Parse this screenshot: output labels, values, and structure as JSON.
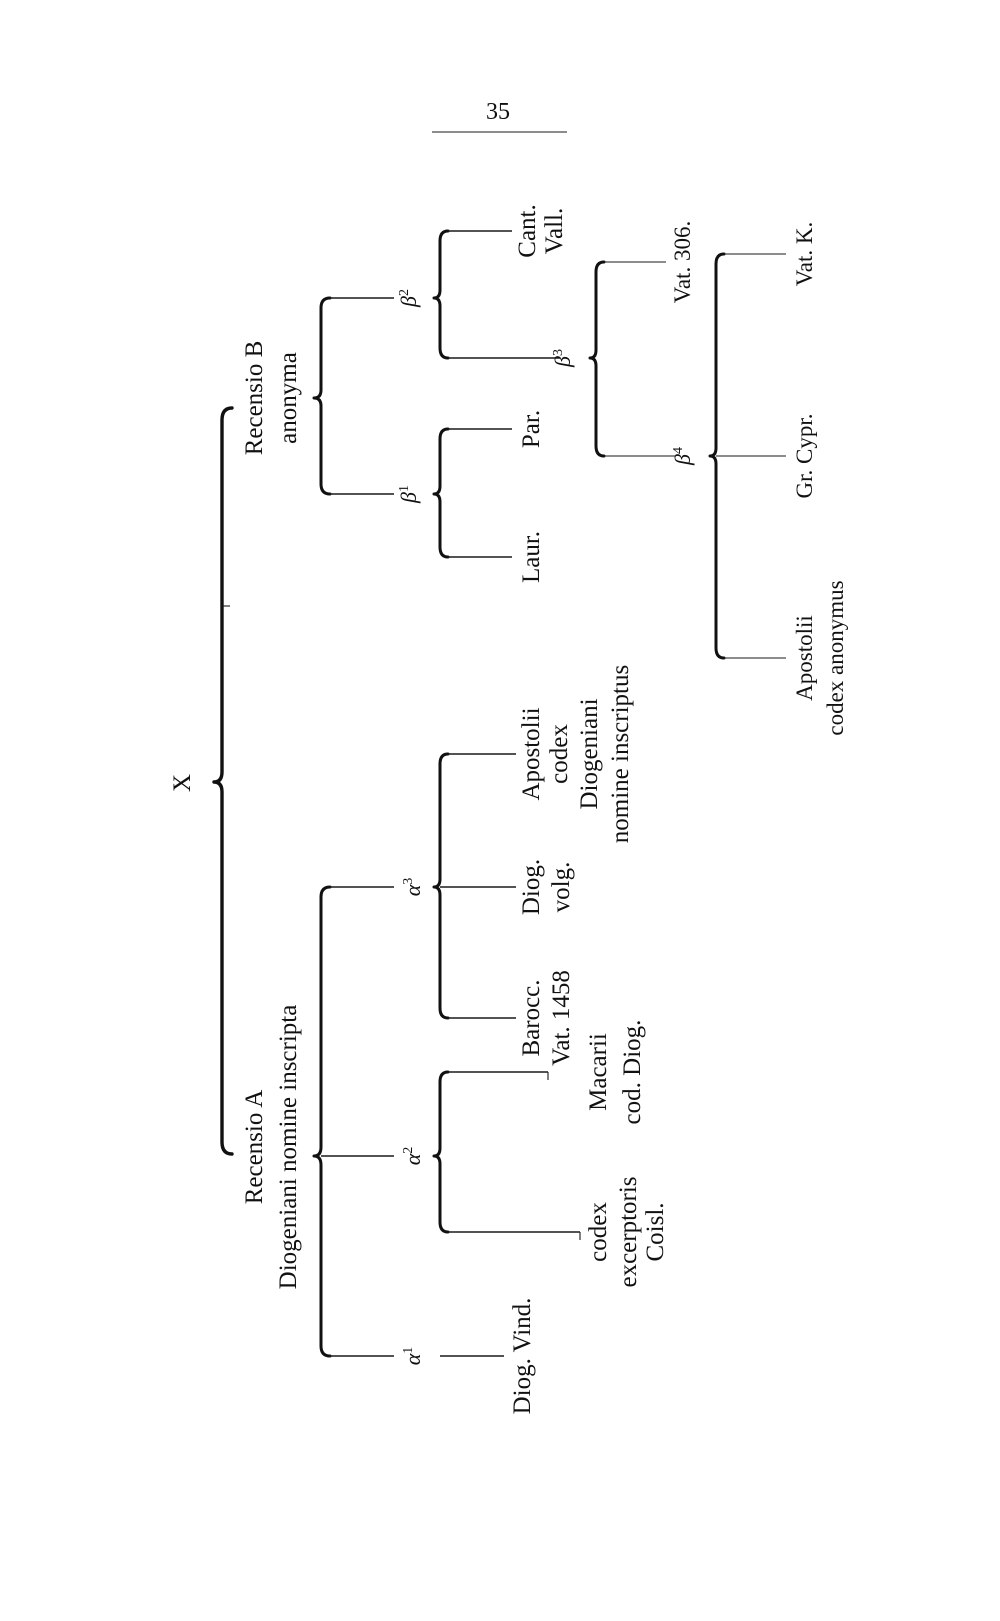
{
  "page_number": "35",
  "root": "X",
  "recensio_a": {
    "line1": "Recensio A",
    "line2": "Diogeniani nomine inscripta"
  },
  "recensio_b": {
    "line1": "Recensio B",
    "line2": "anonyma"
  },
  "groups": {
    "alpha1": {
      "letter": "α",
      "sup": "1"
    },
    "alpha2": {
      "letter": "α",
      "sup": "2"
    },
    "alpha3": {
      "letter": "α",
      "sup": "3"
    },
    "beta1": {
      "letter": "β",
      "sup": "1"
    },
    "beta2": {
      "letter": "β",
      "sup": "2"
    },
    "beta3": {
      "letter": "β",
      "sup": "3"
    },
    "beta4": {
      "letter": "β",
      "sup": "4"
    }
  },
  "witnesses": {
    "diog_vind": "Diog. Vind.",
    "codex_excerptoris": [
      "codex",
      "excerptoris",
      "Coisl."
    ],
    "macarii": [
      "Macarii",
      "cod. Diog."
    ],
    "barocc": [
      "Barocc.",
      "Vat. 1458"
    ],
    "diog_volg": [
      "Diog.",
      "volg."
    ],
    "apostolii_diog": [
      "Apostolii",
      "codex",
      "Diogeniani",
      "nomine inscriptus"
    ],
    "laur": "Laur.",
    "par": "Par.",
    "cant_vall": [
      "Cant.",
      "Vall."
    ],
    "vat306": "Vat. 306.",
    "apostolii_anon": [
      "Apostolii",
      "codex anonymus"
    ],
    "gr_cypr": "Gr. Cypr.",
    "vat_k": "Vat. K."
  }
}
